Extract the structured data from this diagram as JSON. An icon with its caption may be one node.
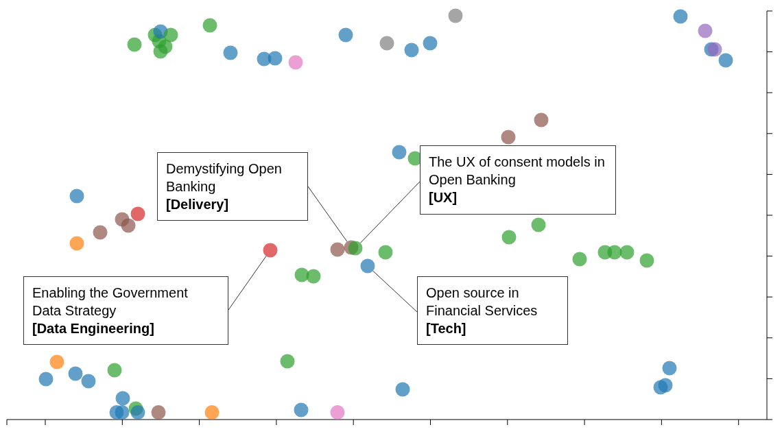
{
  "diagram": {
    "nodes": [
      {
        "text": [
          "Demystifying Open Banking",
          "[Delivery]"
        ]
      },
      {
        "text": [
          "The UX of consent models in Open Banking",
          "[UX]"
        ]
      },
      {
        "text": [
          "Enabling the Government Data Strategy",
          "[Data Engineering]"
        ]
      },
      {
        "text": [
          "Open source in Financial Services",
          "[Tech]"
        ]
      },
      {
        "text": [],
        "shape": "circle"
      },
      {
        "text": [],
        "shape": "circle"
      },
      {
        "text": [],
        "shape": "circle"
      },
      {
        "text": [],
        "shape": "circle"
      },
      {
        "text": [],
        "shape": "circle"
      },
      {
        "text": [],
        "shape": "circle"
      },
      {
        "text": [],
        "shape": "circle"
      },
      {
        "text": [],
        "shape": "circle"
      },
      {
        "text": [],
        "shape": "circle"
      },
      {
        "text": [],
        "shape": "circle"
      },
      {
        "text": [],
        "shape": "circle"
      },
      {
        "text": [],
        "shape": "circle"
      },
      {
        "text": [],
        "shape": "circle"
      },
      {
        "text": [],
        "shape": "circle"
      },
      {
        "text": [],
        "shape": "circle"
      },
      {
        "text": [],
        "shape": "circle"
      },
      {
        "text": [],
        "shape": "circle"
      },
      {
        "text": [],
        "shape": "circle"
      },
      {
        "text": [],
        "shape": "circle"
      },
      {
        "text": [],
        "shape": "circle"
      },
      {
        "text": [],
        "shape": "circle"
      },
      {
        "text": [],
        "shape": "circle"
      },
      {
        "text": [],
        "shape": "circle"
      },
      {
        "text": [],
        "shape": "circle"
      },
      {
        "text": [],
        "shape": "circle"
      },
      {
        "text": [],
        "shape": "circle"
      },
      {
        "text": [],
        "shape": "circle"
      },
      {
        "text": [],
        "shape": "circle"
      },
      {
        "text": [],
        "shape": "circle"
      },
      {
        "text": [],
        "shape": "circle"
      },
      {
        "text": [],
        "shape": "circle"
      },
      {
        "text": [],
        "shape": "circle"
      },
      {
        "text": [],
        "shape": "circle"
      },
      {
        "text": [],
        "shape": "circle"
      },
      {
        "text": [],
        "shape": "circle"
      },
      {
        "text": [],
        "shape": "circle"
      },
      {
        "text": [],
        "shape": "circle"
      },
      {
        "text": [],
        "shape": "circle"
      },
      {
        "text": [],
        "shape": "circle"
      },
      {
        "text": [],
        "shape": "circle"
      },
      {
        "text": [],
        "shape": "circle"
      },
      {
        "text": [],
        "shape": "circle"
      },
      {
        "text": [],
        "shape": "circle"
      },
      {
        "text": [],
        "shape": "circle"
      },
      {
        "text": [],
        "shape": "circle"
      },
      {
        "text": [],
        "shape": "circle"
      },
      {
        "text": [],
        "shape": "circle"
      },
      {
        "text": [],
        "shape": "circle"
      },
      {
        "text": [],
        "shape": "circle"
      },
      {
        "text": [],
        "shape": "circle"
      },
      {
        "text": [],
        "shape": "circle"
      },
      {
        "text": [],
        "shape": "circle"
      },
      {
        "text": [],
        "shape": "circle"
      },
      {
        "text": [],
        "shape": "circle"
      },
      {
        "text": [],
        "shape": "circle"
      },
      {
        "text": [],
        "shape": "circle"
      },
      {
        "text": [],
        "shape": "circle"
      },
      {
        "text": [],
        "shape": "circle"
      },
      {
        "text": [],
        "shape": "circle"
      },
      {
        "text": [],
        "shape": "circle"
      },
      {
        "text": [],
        "shape": "circle"
      },
      {
        "text": [],
        "shape": "circle"
      },
      {
        "text": [],
        "shape": "circle"
      },
      {
        "text": [],
        "shape": "circle"
      },
      {
        "text": [],
        "shape": "circle"
      },
      {
        "text": [],
        "shape": "circle"
      }
    ],
    "edges": [
      {
        "from": 0,
        "to": 42,
        "arrow": "none"
      },
      {
        "from": 1,
        "to": 43,
        "arrow": "none"
      },
      {
        "from": 2,
        "to": 32,
        "arrow": "none"
      },
      {
        "from": 3,
        "to": 44,
        "arrow": "none"
      }
    ]
  }
}
